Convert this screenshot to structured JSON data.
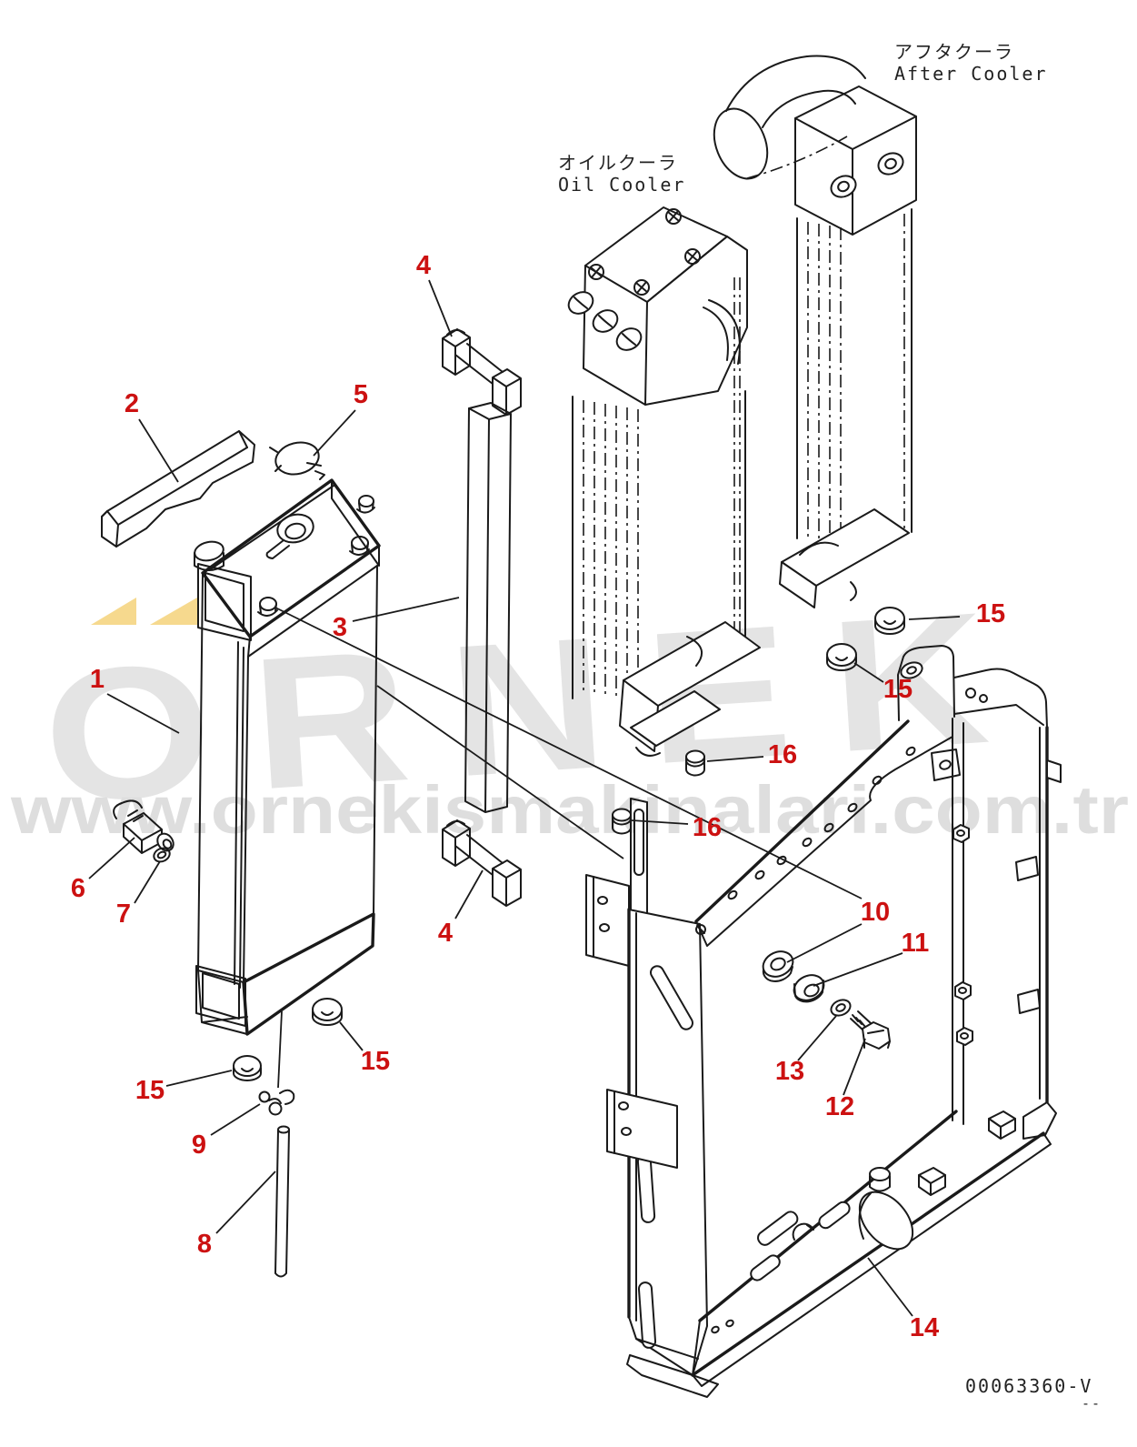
{
  "colors": {
    "line": "#1a1a1a",
    "callout_red": "#cc1111",
    "watermark_gray": "#e4e4e4",
    "url_gray": "#dedede",
    "triangle_yellow": "#f6d98e"
  },
  "labels": {
    "after_cooler_jp": "アフタクーラ",
    "after_cooler_en": "After Cooler",
    "oil_cooler_jp": "オイルクーラ",
    "oil_cooler_en": "Oil Cooler"
  },
  "watermark": {
    "brand": "ORNEK",
    "url": "www.ornekismakinalari.com.tr"
  },
  "footer": {
    "drawing_number": "00063360-V",
    "revision_marks": "--"
  },
  "callouts": [
    {
      "part": "1",
      "label": "1"
    },
    {
      "part": "2",
      "label": "2"
    },
    {
      "part": "3",
      "label": "3"
    },
    {
      "part": "4a",
      "label": "4"
    },
    {
      "part": "4b",
      "label": "4"
    },
    {
      "part": "5",
      "label": "5"
    },
    {
      "part": "6",
      "label": "6"
    },
    {
      "part": "7",
      "label": "7"
    },
    {
      "part": "8",
      "label": "8"
    },
    {
      "part": "9",
      "label": "9"
    },
    {
      "part": "10",
      "label": "10"
    },
    {
      "part": "11",
      "label": "11"
    },
    {
      "part": "12",
      "label": "12"
    },
    {
      "part": "13",
      "label": "13"
    },
    {
      "part": "14",
      "label": "14"
    },
    {
      "part": "15a",
      "label": "15"
    },
    {
      "part": "15b",
      "label": "15"
    },
    {
      "part": "15c",
      "label": "15"
    },
    {
      "part": "15d",
      "label": "15"
    },
    {
      "part": "16a",
      "label": "16"
    },
    {
      "part": "16b",
      "label": "16"
    }
  ]
}
